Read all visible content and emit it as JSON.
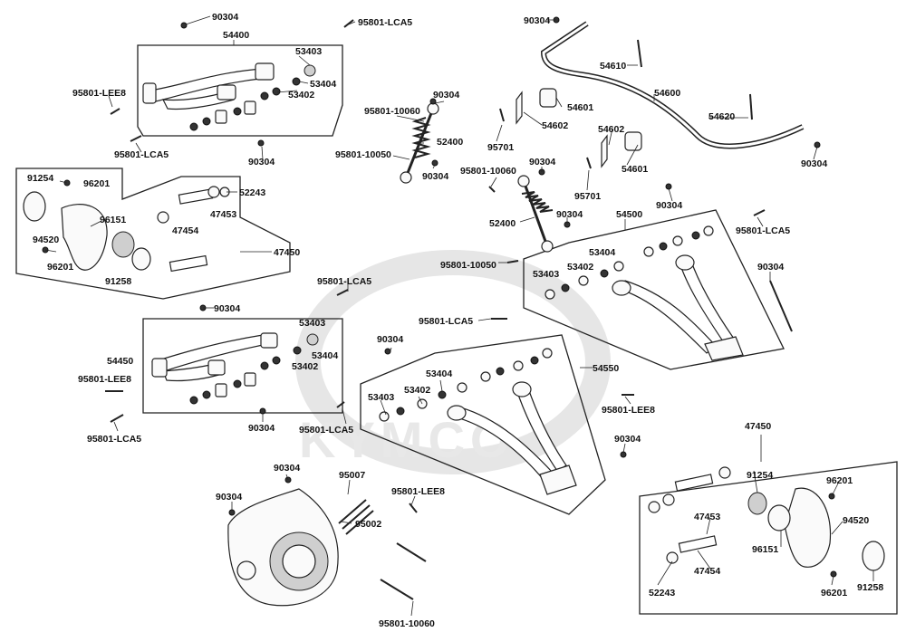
{
  "watermark": {
    "text": "KYMCO"
  },
  "parts": {
    "p90304": "90304",
    "p95801_LCA5": "95801-LCA5",
    "p95801_LEE8": "95801-LEE8",
    "p95801_10060": "95801-10060",
    "p95801_10050": "95801-10050",
    "p54400": "54400",
    "p54450": "54450",
    "p54500": "54500",
    "p54550": "54550",
    "p53402": "53402",
    "p53403": "53403",
    "p53404": "53404",
    "p52400": "52400",
    "p54600": "54600",
    "p54601": "54601",
    "p54602": "54602",
    "p54610": "54610",
    "p54620": "54620",
    "p95701": "95701",
    "p47450": "47450",
    "p47453": "47453",
    "p47454": "47454",
    "p52243": "52243",
    "p91254": "91254",
    "p91258": "91258",
    "p94520": "94520",
    "p96151": "96151",
    "p96201": "96201",
    "p95007": "95007",
    "p95002": "95002"
  }
}
